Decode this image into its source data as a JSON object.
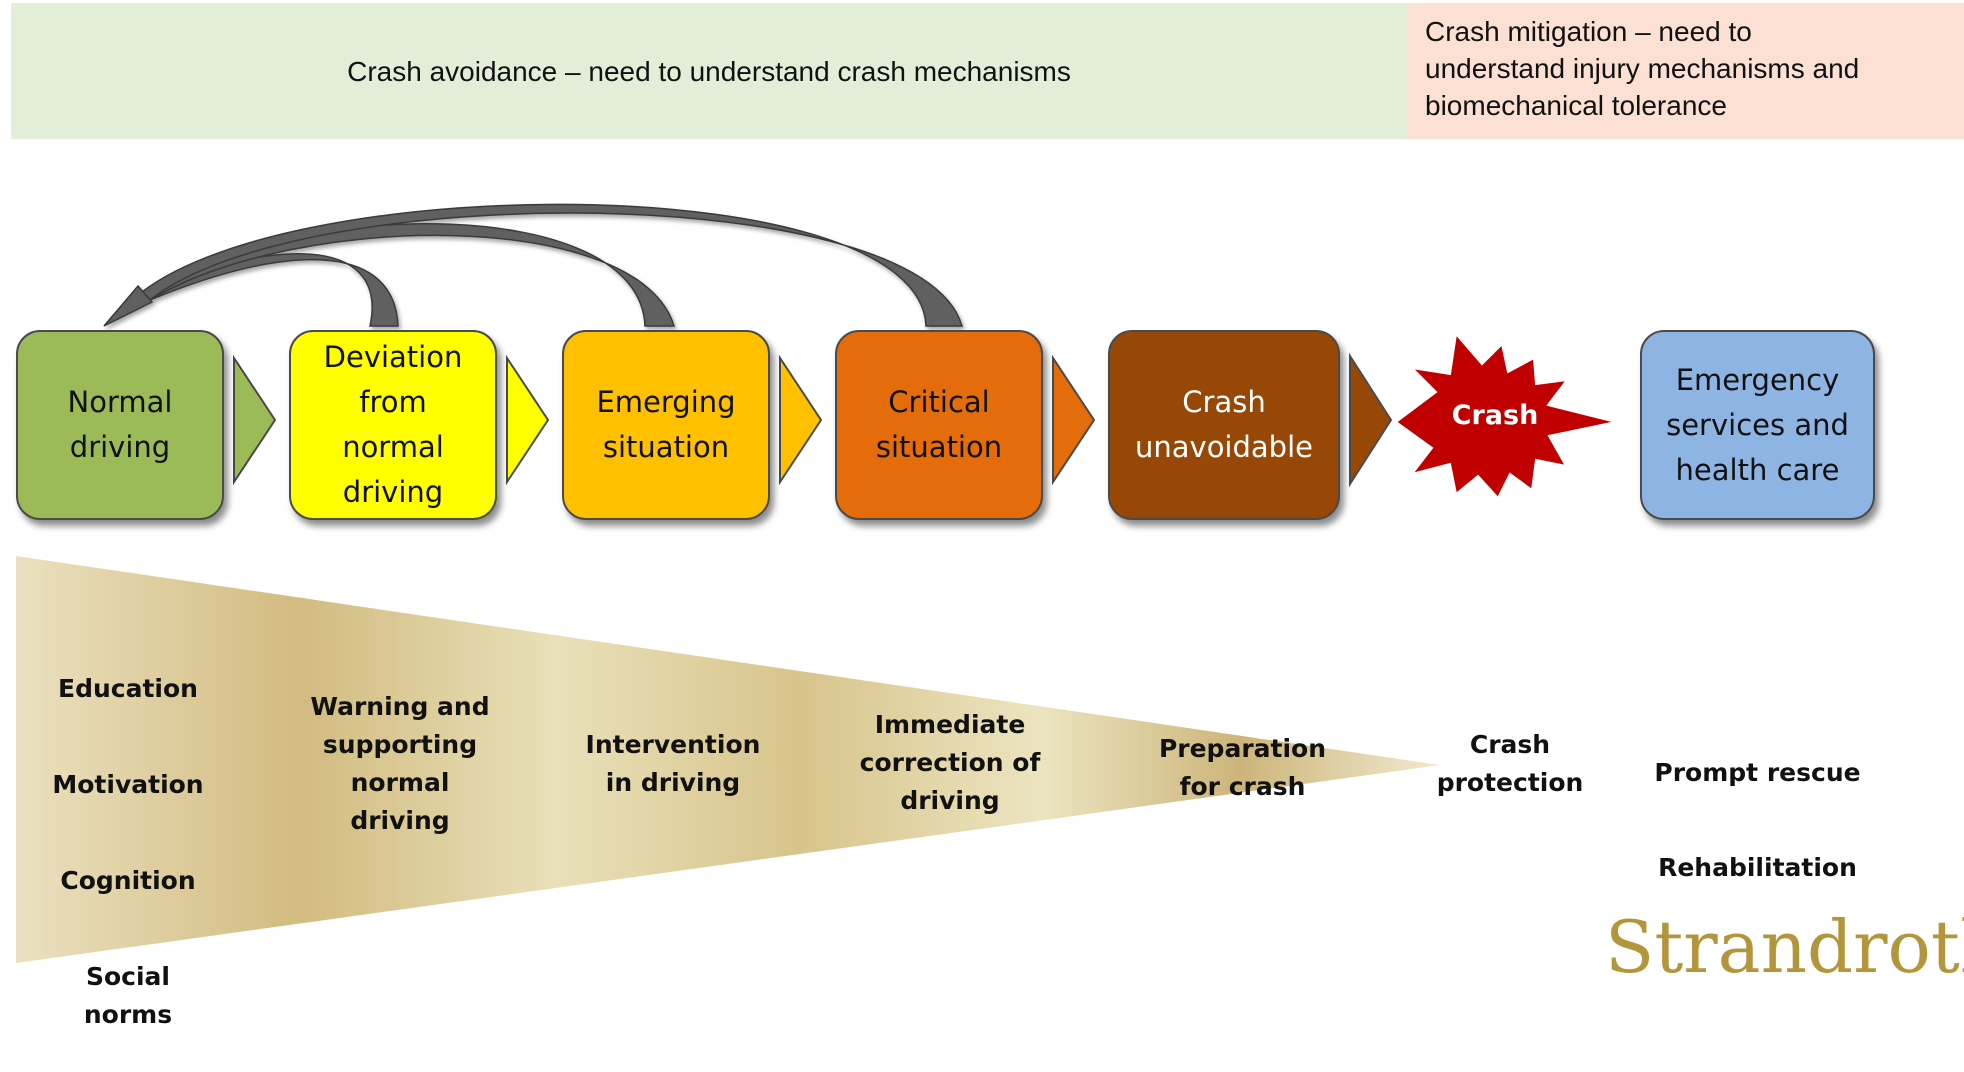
{
  "banners": {
    "avoidance": "Crash avoidance – need to understand crash mechanisms",
    "mitigation_lines": [
      "Crash mitigation – need to",
      "understand injury mechanisms and",
      "biomechanical tolerance"
    ]
  },
  "stages": [
    {
      "label": "Normal\ndriving",
      "color": "#9bbb59",
      "text_color": "#111111"
    },
    {
      "label": "Deviation\nfrom\nnormal\ndriving",
      "color": "#ffff00",
      "text_color": "#111111"
    },
    {
      "label": "Emerging\nsituation",
      "color": "#ffc000",
      "text_color": "#111111"
    },
    {
      "label": "Critical\nsituation",
      "color": "#e46c0a",
      "text_color": "#111111"
    },
    {
      "label": "Crash\nunavoidable",
      "color": "#974806",
      "text_color": "#ffffff"
    },
    {
      "label": "Emergency\nservices and\nhealth care",
      "color": "#8eb4e3",
      "text_color": "#111111"
    }
  ],
  "crash": {
    "label": "Crash",
    "color": "#c00000"
  },
  "measures": {
    "col1": [
      "Education",
      "Motivation",
      "Cognition",
      "Social\nnorms"
    ],
    "col2": "Warning and\nsupporting\nnormal\ndriving",
    "col3": "Intervention\nin driving",
    "col4": "Immediate\ncorrection of\ndriving",
    "col5": "Preparation\nfor crash",
    "col6": "Crash\nprotection",
    "col7": [
      "Prompt rescue",
      "Rehabilitation"
    ]
  },
  "watermark": "Strandroth"
}
